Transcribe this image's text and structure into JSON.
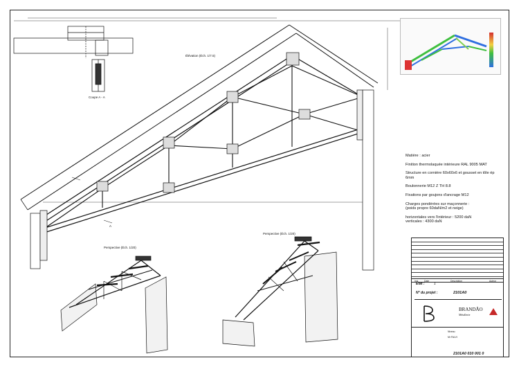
{
  "drawing": {
    "elevation_label": "Élévation (Éch. 1/7.5)",
    "section_label": "Coupe A - A",
    "perspective_left_label": "Perspective (Éch. 1/20)",
    "perspective_right_label": "Perspective (Éch. 1/20)",
    "section_marker_a": "A"
  },
  "notes": {
    "material": "Matière : acier",
    "finish": "Finition thermolaquée intérieure  RAL 9005 MAT",
    "structure": "Structure en cornière 60x60x6 et gousset en tôle ép 6mm",
    "bolting": "Boulonnerie M12 Z TH 8.8",
    "fixings": "Fixations par goujons d'ancrage M12",
    "loads_title": "Charges pondérées sur maçonnerie :",
    "loads_detail": "(poids propre 60daN/m2 et neige)",
    "horizontal": "horizontales vers l'intérieur : 5200 daN",
    "vertical": "verticales : 4300 daN"
  },
  "title_block": {
    "col_index": "Ind.",
    "col_date": "Date",
    "col_description": "Description",
    "col_author": "Auteur",
    "etat_label": "État :",
    "etat_value": "1",
    "project_label": "N° du projet :",
    "project_value": "2101A0",
    "company_name": "BRANDÃO",
    "company_sub": "Métallerie",
    "plan_label": "Niveau",
    "plan_value": "Mr FALVI",
    "drawing_number": "2101A0 010 001 0"
  },
  "colors": {
    "line": "#111111",
    "accent_red": "#c62828",
    "fea_green": "#3fbf3f",
    "fea_blue": "#2f6fe0"
  }
}
